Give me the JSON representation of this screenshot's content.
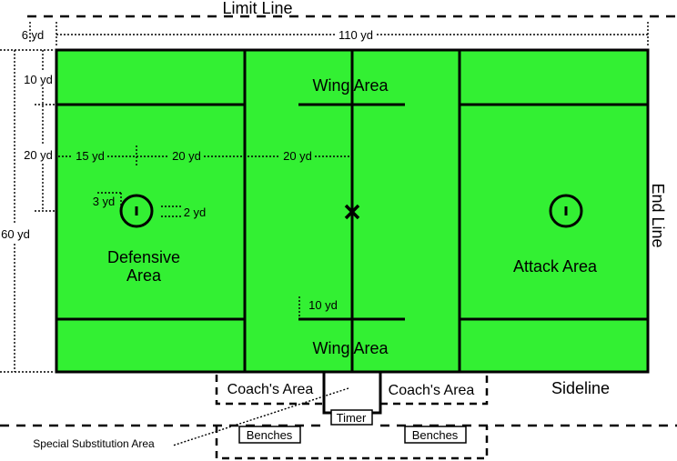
{
  "labels": {
    "limit_line": "Limit Line",
    "end_line": "End Line",
    "sideline": "Sideline",
    "wing_area_top": "Wing Area",
    "wing_area_bottom": "Wing Area",
    "defensive_area_line1": "Defensive",
    "defensive_area_line2": "Area",
    "attack_area": "Attack Area",
    "coach_area_left": "Coach's Area",
    "coach_area_right": "Coach's Area",
    "timer": "Timer",
    "benches_left": "Benches",
    "benches_right": "Benches",
    "special_substitution_area": "Special Substitution Area"
  },
  "dimensions": {
    "six_yd": "6 yd",
    "field_length": "110 yd",
    "ten_yd_left": "10 yd",
    "twenty_yd_left": "20 yd",
    "sixty_yd": "60 yd",
    "fifteen_yd": "15 yd",
    "twenty_yd_a": "20 yd",
    "twenty_yd_b": "20 yd",
    "three_yd": "3 yd",
    "two_yd": "2 yd",
    "ten_yd_center": "10 yd"
  },
  "colors": {
    "field": "#33f033",
    "line": "#000000"
  }
}
